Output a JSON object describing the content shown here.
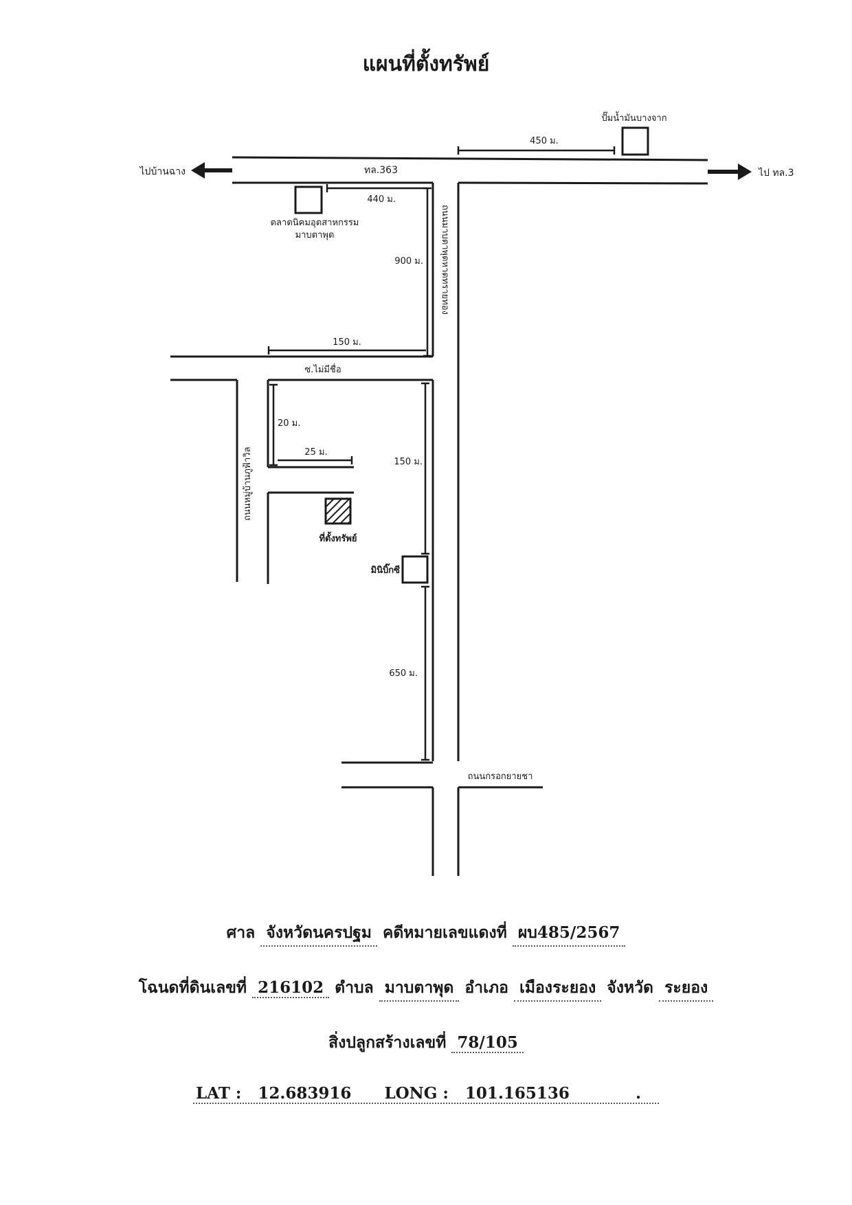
{
  "title": "แผนที่ตั้งทรัพย์",
  "map": {
    "labels": {
      "gas_station": "ปั๊มน้ำมันบางจาก",
      "to_ban_chang": "ไปบ้านฉาง",
      "to_route3": "ไป ทล.3",
      "route363": "ทล.363",
      "market_line1": "ตลาดนิคมอุตสาหกรรม",
      "market_line2": "มาบตาพุด",
      "road_vertical_main": "ถนนมาบตาพุดหาดทรายทอง",
      "soi_no_name": "ซ.ไม่มีชื่อ",
      "village_road": "ถนนหมู่บ้านภูฟ้าวิล",
      "property_location": "ที่ตั้งทรัพย์",
      "minibigc": "มินิบิ๊กซี",
      "road_bottom": "ถนนกรอกยายชา"
    },
    "distances": {
      "gas_station": "450 ม.",
      "market_h": "440 ม.",
      "market_v": "900 ม.",
      "soi_h": "150 ม.",
      "lot_v": "20 ม.",
      "lot_h": "25 ม.",
      "property_to_minibigc": "150 ม.",
      "minibigc_to_road": "650 ม."
    }
  },
  "footer": {
    "court_label": "ศาล",
    "court_value": "จังหวัดนครปฐม",
    "case_label": "คดีหมายเลขแดงที่",
    "case_value": "ผบ485/2567",
    "deed_label": "โฉนดที่ดินเลขที่",
    "deed_value": "216102",
    "subdistrict_label": "ตำบล",
    "subdistrict_value": "มาบตาพุด",
    "district_label": "อำเภอ",
    "district_value": "เมืองระยอง",
    "province_label": "จังหวัด",
    "province_value": "ระยอง",
    "building_label": "สิ่งปลูกสร้างเลขที่",
    "building_value": "78/105",
    "lat_label": "LAT :",
    "lat_value": "12.683916",
    "long_label": "LONG :",
    "long_value": "101.165136",
    "end_mark": "."
  }
}
